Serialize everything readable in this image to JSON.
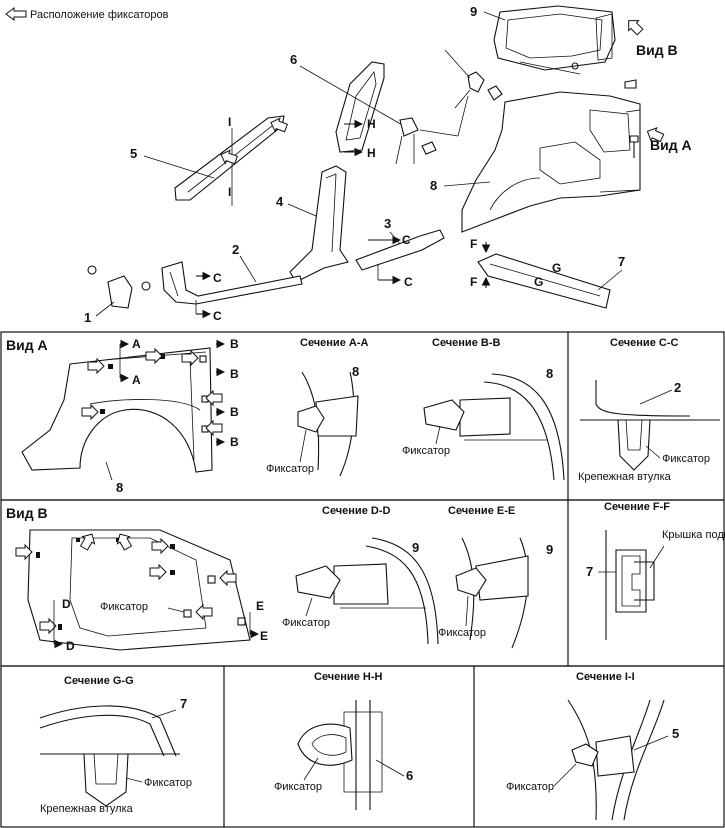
{
  "header": {
    "title": "Расположение фиксаторов"
  },
  "overview": {
    "part_numbers": [
      "1",
      "2",
      "3",
      "4",
      "5",
      "6",
      "7",
      "8",
      "9"
    ],
    "view_b_label": "Вид B",
    "view_a_label": "Вид A",
    "section_letters": {
      "I": "I",
      "H": "H",
      "C": "C",
      "F": "F",
      "G": "G"
    }
  },
  "panels": {
    "view_a": {
      "title": "Вид A",
      "part": "8",
      "letters": [
        "A",
        "A",
        "B",
        "B",
        "B",
        "B"
      ]
    },
    "section_aa": {
      "title": "Сечение A-A",
      "part": "8",
      "label": "Фиксатор"
    },
    "section_bb": {
      "title": "Сечение B-B",
      "part": "8",
      "label": "Фиксатор"
    },
    "section_cc": {
      "title": "Сечение C-C",
      "part": "2",
      "label": "Фиксатор",
      "sleeve": "Крепежная втулка"
    },
    "view_b": {
      "title": "Вид B",
      "label": "Фиксатор",
      "letters": [
        "D",
        "D",
        "E",
        "E"
      ]
    },
    "section_dd": {
      "title": "Сечение D-D",
      "part": "9",
      "label": "Фиксатор"
    },
    "section_ee": {
      "title": "Сечение E-E",
      "part": "9",
      "label": "Фиксатор"
    },
    "section_ff": {
      "title": "Сечение F-F",
      "part": "7",
      "cover": "Крышка подножки"
    },
    "section_gg": {
      "title": "Сечение G-G",
      "part": "7",
      "label": "Фиксатор",
      "sleeve": "Крепежная втулка"
    },
    "section_hh": {
      "title": "Сечение H-H",
      "part": "6",
      "label": "Фиксатор"
    },
    "section_ii": {
      "title": "Сечение I-I",
      "part": "5",
      "label": "Фиксатор"
    }
  },
  "icons": {
    "header_arrow": "left-arrow-icon",
    "view_arrow": "hollow-arrow-icon",
    "clip": "clip-square-icon"
  },
  "colors": {
    "line": "#111111",
    "background": "#ffffff"
  }
}
